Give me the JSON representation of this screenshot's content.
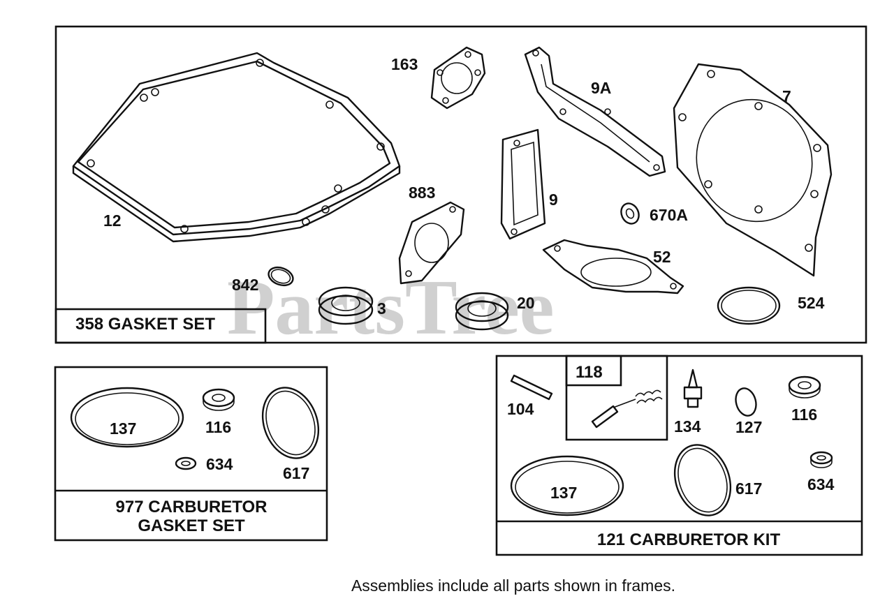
{
  "watermark": "PartsTree",
  "footer_note": "Assemblies include all parts shown in frames.",
  "frames": {
    "gasket_set": {
      "title": "358 GASKET SET",
      "parts": {
        "p12": "12",
        "p163": "163",
        "p9a": "9A",
        "p7": "7",
        "p883": "883",
        "p9": "9",
        "p670a": "670A",
        "p52": "52",
        "p842": "842",
        "p3": "3",
        "p20": "20",
        "p524": "524"
      }
    },
    "carb_gasket_set": {
      "title_line1": "977 CARBURETOR",
      "title_line2": "GASKET SET",
      "parts": {
        "p137": "137",
        "p116": "116",
        "p634": "634",
        "p617": "617"
      }
    },
    "carb_kit": {
      "title": "121 CARBURETOR KIT",
      "subassembly": "118",
      "parts": {
        "p104": "104",
        "p134": "134",
        "p127": "127",
        "p116": "116",
        "p137": "137",
        "p617": "617",
        "p634": "634"
      }
    }
  }
}
